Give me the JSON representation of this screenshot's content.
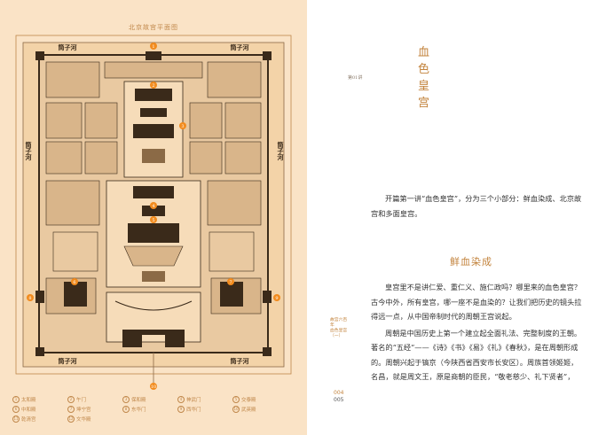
{
  "map": {
    "title": "北京故宫平面图",
    "river_label": "筒子河",
    "markers": [
      "1",
      "2",
      "3",
      "4",
      "5",
      "6",
      "7",
      "8",
      "9"
    ],
    "legend": [
      {
        "num": "1",
        "label": "太和殿"
      },
      {
        "num": "2",
        "label": "午门"
      },
      {
        "num": "3",
        "label": "保和殿"
      },
      {
        "num": "4",
        "label": "神武门"
      },
      {
        "num": "5",
        "label": "交泰殿"
      },
      {
        "num": "6",
        "label": "中和殿"
      },
      {
        "num": "7",
        "label": "坤宁宫"
      },
      {
        "num": "8",
        "label": "东华门"
      },
      {
        "num": "9",
        "label": "西华门"
      },
      {
        "num": "10",
        "label": "武英殿"
      },
      {
        "num": "11",
        "label": "乾清宫"
      },
      {
        "num": "12",
        "label": "文华殿"
      }
    ]
  },
  "chapter": {
    "lecture_no": "第01讲",
    "title_chars": [
      "血",
      "色",
      "皇",
      "宫"
    ]
  },
  "intro": "开篇第一讲“血色皇宫”，分为三个小部分：鲜血染成、北京故宫和多面皇宫。",
  "section_heading": "鲜血染成",
  "paragraphs": [
    "皇宫里不是讲仁爱、重仁义、施仁政吗？哪里来的血色皇宫？古今中外，所有皇宫，哪一座不是血染的？让我们把历史的镜头拉得远一点，从中国帝制时代的周朝王宫说起。",
    "周朝是中国历史上第一个建立起全面礼法、完整制度的王朝。著名的“五经”——《诗》《书》《易》《礼》《春秋》，是在周朝形成的。周朝兴起于镐京（今陕西省西安市长安区）。周族首领姬姬，名昌，就是周文王，原是商朝的臣民，“敬老慈少、礼下贤者”，"
  ],
  "side_note": {
    "line1": "故宫六百年",
    "line2": "血色皇宫（一）"
  },
  "page_numbers": {
    "left": "004",
    "right": "005"
  }
}
